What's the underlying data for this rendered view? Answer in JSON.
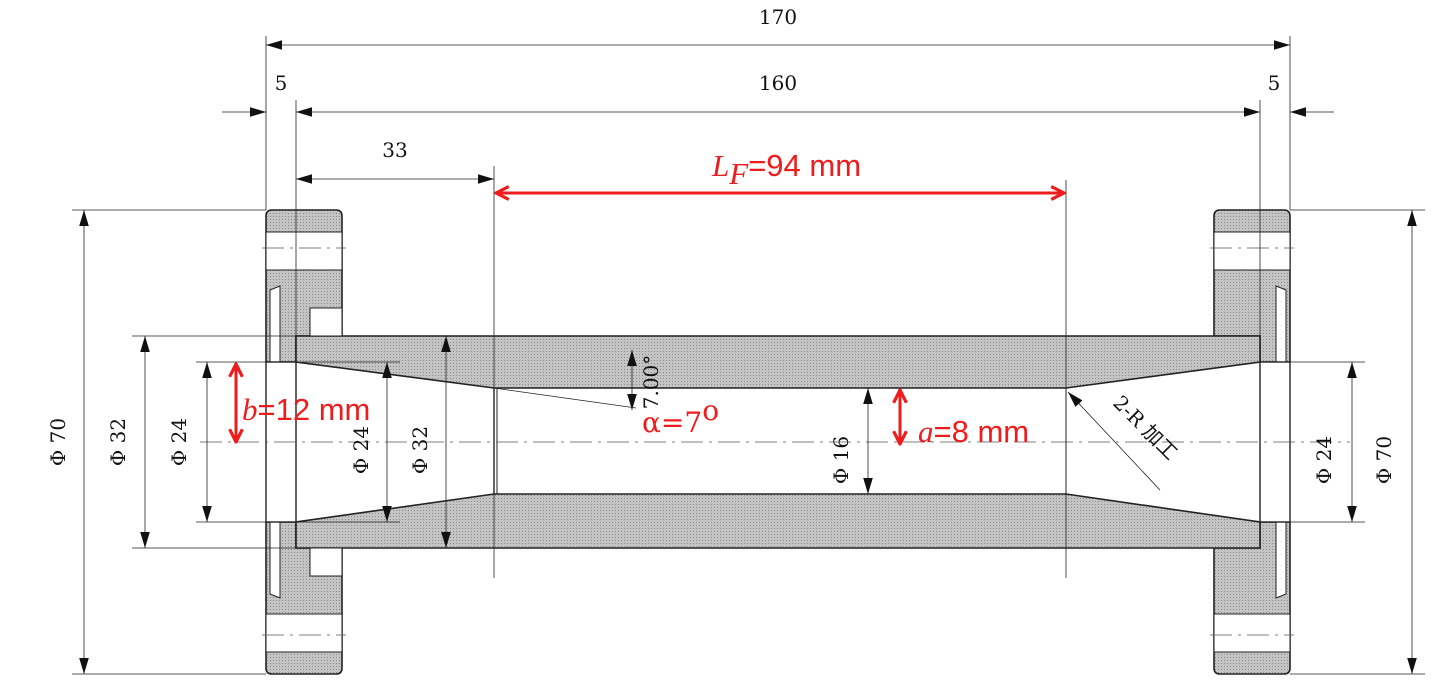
{
  "dimensions": {
    "overall_length": "170",
    "inner_length": "160",
    "left_flange": "5",
    "right_flange": "5",
    "converge_length": "33",
    "flange_od_left": "Φ 70",
    "outer_tube_left": "Φ 32",
    "inner_bore_left": "Φ 24",
    "inner_cone_start": "Φ 24",
    "inner_tube_outer": "Φ 32",
    "throat_diameter": "Φ 16",
    "inner_bore_right": "Φ 24",
    "flange_od_right": "Φ 70",
    "angle_value": "7.00°",
    "fillet_note": "2-R 加工"
  },
  "annotations": {
    "lf_symbol": "L",
    "lf_subscript": "F",
    "lf_value": "=94 mm",
    "b_symbol": "b",
    "b_value": "=12 mm",
    "a_symbol": "a",
    "a_value": "=8 mm",
    "alpha_base": "α=7",
    "alpha_sup": "o"
  },
  "colors": {
    "annotation": "#ee1c1c",
    "hatch": "#b3b3b3",
    "line": "#222222"
  }
}
